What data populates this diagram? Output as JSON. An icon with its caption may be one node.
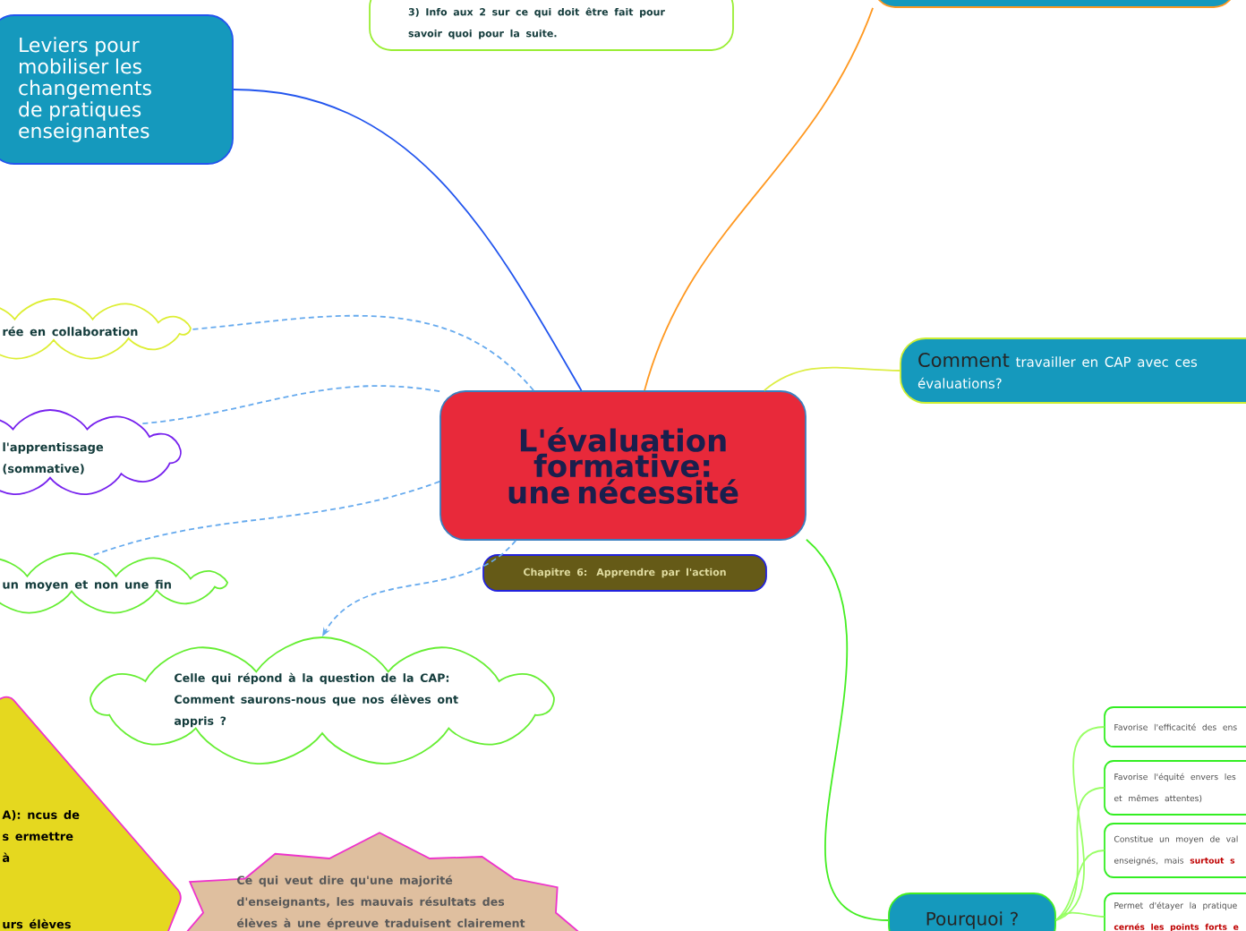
{
  "diagram": {
    "nodes": [
      {
        "text": [
          "L'évaluation formative: une nécessité"
        ]
      },
      {
        "text": [
          "Chapitre 6: Apprendre par l'action"
        ]
      },
      {
        "text": [
          "Leviers pour mobiliser les changements de pratiques enseignantes"
        ]
      },
      {
        "text": [
          "3) Info aux 2 sur ce qui doit être fait pour savoir quoi pour la suite."
        ]
      },
      {
        "text": [],
        "shape": "box"
      },
      {
        "text": [
          "Comment",
          "travailler en CAP avec ces évaluations?"
        ]
      },
      {
        "text": [
          "rée en collaboration"
        ]
      },
      {
        "text": [
          "l'apprentissage (sommative)"
        ]
      },
      {
        "text": [
          "un moyen et non une fin"
        ]
      },
      {
        "text": [
          "Celle qui répond à la question de la CAP: Comment saurons-nous que nos élèves ont appris ?"
        ]
      },
      {
        "text": [
          "A): ncus de s ermettre à",
          "urs élèves"
        ]
      },
      {
        "text": [
          "Ce qui veut dire qu'une majorité d'enseignants, les mauvais résultats des élèves à une épreuve traduisent clairement"
        ]
      },
      {
        "text": [
          "Pourquoi ?"
        ]
      },
      {
        "text": [
          "Favorise l'efficacité des ens"
        ]
      },
      {
        "text": [
          "Favorise l'équité envers les et mêmes attentes)"
        ]
      },
      {
        "text": [
          "Constitue un moyen de val enseignés, mais **surtout s**"
        ]
      },
      {
        "text": [
          "Permet d'étayer la pratique **cernés les points forts e**"
        ]
      }
    ],
    "edges": [
      {
        "from": 0,
        "to": 2,
        "arrow": "none",
        "color": "#2255ee"
      },
      {
        "from": 0,
        "to": 4,
        "arrow": "none",
        "color": "#ff9922"
      },
      {
        "from": 0,
        "to": 5,
        "arrow": "none",
        "color": "#ddee44"
      },
      {
        "from": 0,
        "to": 12,
        "arrow": "none",
        "color": "#44ee22"
      },
      {
        "from": 0,
        "to": 6,
        "arrow": "none",
        "style": "dashed",
        "color": "#66aaee"
      },
      {
        "from": 0,
        "to": 7,
        "arrow": "none",
        "style": "dashed",
        "color": "#66aaee"
      },
      {
        "from": 0,
        "to": 8,
        "arrow": "none",
        "style": "dashed",
        "color": "#66aaee"
      },
      {
        "from": 0,
        "to": 9,
        "arrow": "to",
        "style": "dashed",
        "color": "#66aaee"
      },
      {
        "from": 12,
        "to": 13,
        "arrow": "none",
        "color": "#99ff66"
      },
      {
        "from": 12,
        "to": 14,
        "arrow": "none",
        "color": "#99ff66"
      },
      {
        "from": 12,
        "to": 15,
        "arrow": "none",
        "color": "#99ff66"
      },
      {
        "from": 12,
        "to": 16,
        "arrow": "none",
        "color": "#99ff66"
      }
    ]
  }
}
